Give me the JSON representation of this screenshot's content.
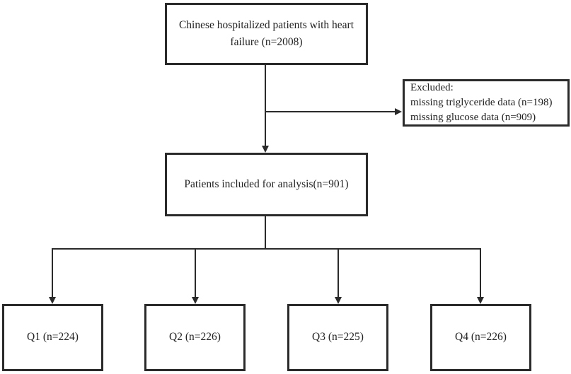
{
  "flowchart": {
    "source": "Chinese hospitalized patients with heart failure (n=2008)",
    "excluded": {
      "title": "Excluded:",
      "reasons": [
        "missing triglyceride data (n=198)",
        "missing glucose data (n=909)"
      ]
    },
    "included": "Patients included for analysis(n=901)",
    "groups": [
      "Q1 (n=224)",
      "Q2 (n=226)",
      "Q3 (n=225)",
      "Q4 (n=226)"
    ]
  },
  "colors": {
    "line": "#2a2a2a",
    "background": "#ffffff"
  }
}
